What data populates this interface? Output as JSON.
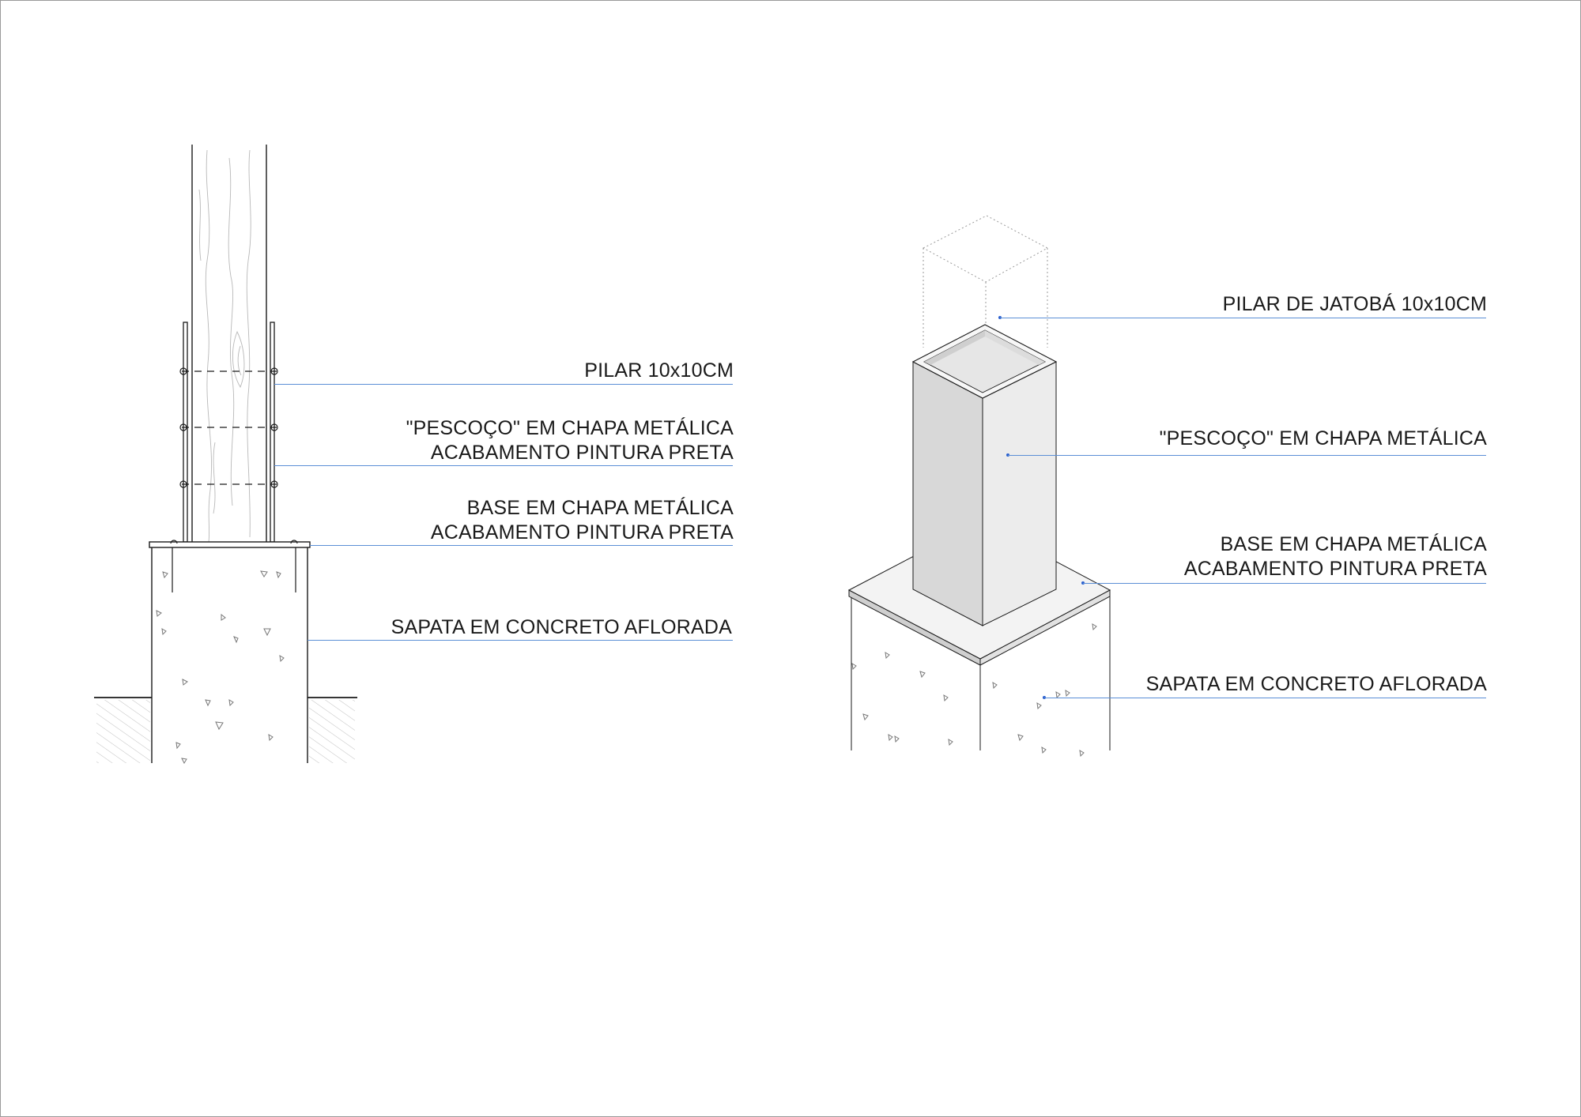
{
  "elevation": {
    "callouts": [
      {
        "id": "pilar",
        "lines": [
          "PILAR 10x10CM"
        ]
      },
      {
        "id": "pescoco",
        "lines": [
          "\"PESCOÇO\" EM CHAPA METÁLICA",
          "ACABAMENTO PINTURA PRETA"
        ]
      },
      {
        "id": "base",
        "lines": [
          "BASE EM CHAPA METÁLICA",
          "ACABAMENTO PINTURA PRETA"
        ]
      },
      {
        "id": "sapata",
        "lines": [
          "SAPATA EM CONCRETO AFLORADA"
        ]
      }
    ]
  },
  "isometric": {
    "callouts": [
      {
        "id": "pilar",
        "lines": [
          "PILAR DE JATOBÁ 10x10CM"
        ]
      },
      {
        "id": "pescoco",
        "lines": [
          "\"PESCOÇO\" EM CHAPA METÁLICA"
        ]
      },
      {
        "id": "base",
        "lines": [
          "BASE EM CHAPA METÁLICA",
          "ACABAMENTO PINTURA PRETA"
        ]
      },
      {
        "id": "sapata",
        "lines": [
          "SAPATA EM CONCRETO AFLORADA"
        ]
      }
    ]
  },
  "colors": {
    "linework": "#1a1a1a",
    "leader": "#5b8fd6",
    "leader_dot": "#2a5fcf",
    "steel_front": "#d8d8d8",
    "steel_side": "#ececec",
    "concrete_mark": "#777777"
  }
}
